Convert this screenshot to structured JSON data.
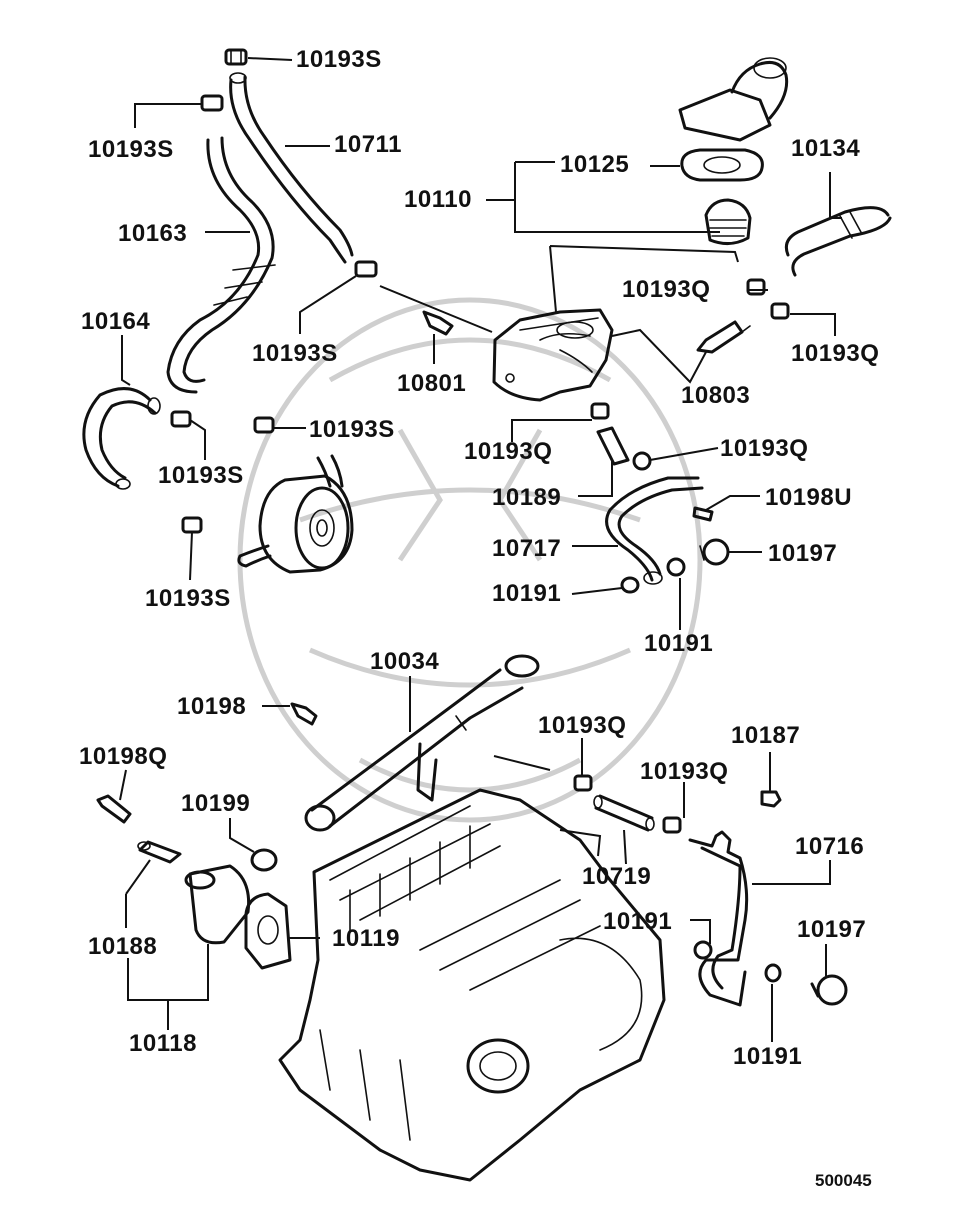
{
  "labels": {
    "p_10193s_a": "10193S",
    "p_10193s_b": "10193S",
    "p_10711": "10711",
    "p_10125": "10125",
    "p_10134": "10134",
    "p_10110": "10110",
    "p_10163": "10163",
    "p_10193q_a": "10193Q",
    "p_10164": "10164",
    "p_10193s_c": "10193S",
    "p_10193q_b": "10193Q",
    "p_10801": "10801",
    "p_10803": "10803",
    "p_10193s_d": "10193S",
    "p_10193q_c": "10193Q",
    "p_10193q_d": "10193Q",
    "p_10193s_e": "10193S",
    "p_10189": "10189",
    "p_10198u": "10198U",
    "p_10717": "10717",
    "p_10197_a": "10197",
    "p_10193s_f": "10193S",
    "p_10191_a": "10191",
    "p_10191_b": "10191",
    "p_10034": "10034",
    "p_10198": "10198",
    "p_10193q_e": "10193Q",
    "p_10187": "10187",
    "p_10198q": "10198Q",
    "p_10193q_f": "10193Q",
    "p_10199": "10199",
    "p_10716": "10716",
    "p_10719": "10719",
    "p_10191_c": "10191",
    "p_10197_b": "10197",
    "p_10188": "10188",
    "p_10119": "10119",
    "p_10191_d": "10191",
    "p_10118": "10118"
  },
  "reference_number": "500045"
}
